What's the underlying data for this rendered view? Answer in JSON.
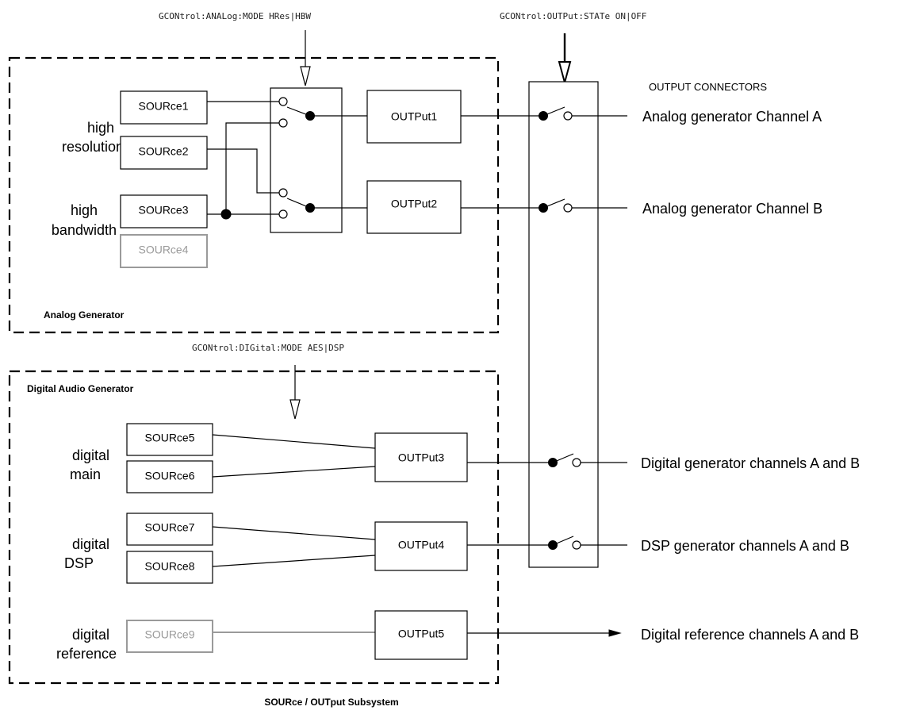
{
  "commands": {
    "analog_mode": "GCONtrol:ANALog:MODE HRes|HBW",
    "output_state": "GCONtrol:OUTPut:STATe ON|OFF",
    "digital_mode": "GCONtrol:DIGital:MODE AES|DSP"
  },
  "sections": {
    "analog": "Analog Generator",
    "digital": "Digital Audio Generator",
    "output_connectors": "OUTPUT CONNECTORS"
  },
  "groups": {
    "high_line1": "high",
    "resolution": "resolution",
    "high_line2": "high",
    "bandwidth": "bandwidth",
    "digital_main_1": "digital",
    "digital_main_2": "main",
    "digital_dsp_1": "digital",
    "digital_dsp_2": "DSP",
    "digital_ref_1": "digital",
    "digital_ref_2": "reference"
  },
  "sources": [
    "SOURce1",
    "SOURce2",
    "SOURce3",
    "SOURce4",
    "SOURce5",
    "SOURce6",
    "SOURce7",
    "SOURce8",
    "SOURce9"
  ],
  "outputs": [
    "OUTPut1",
    "OUTPut2",
    "OUTPut3",
    "OUTPut4",
    "OUTPut5"
  ],
  "connectors": [
    "Analog generator Channel A",
    "Analog generator Channel B",
    "Digital generator channels A and B",
    "DSP generator channels A and B",
    "Digital reference channels A and B"
  ],
  "caption": "SOURce / OUTput Subsystem"
}
